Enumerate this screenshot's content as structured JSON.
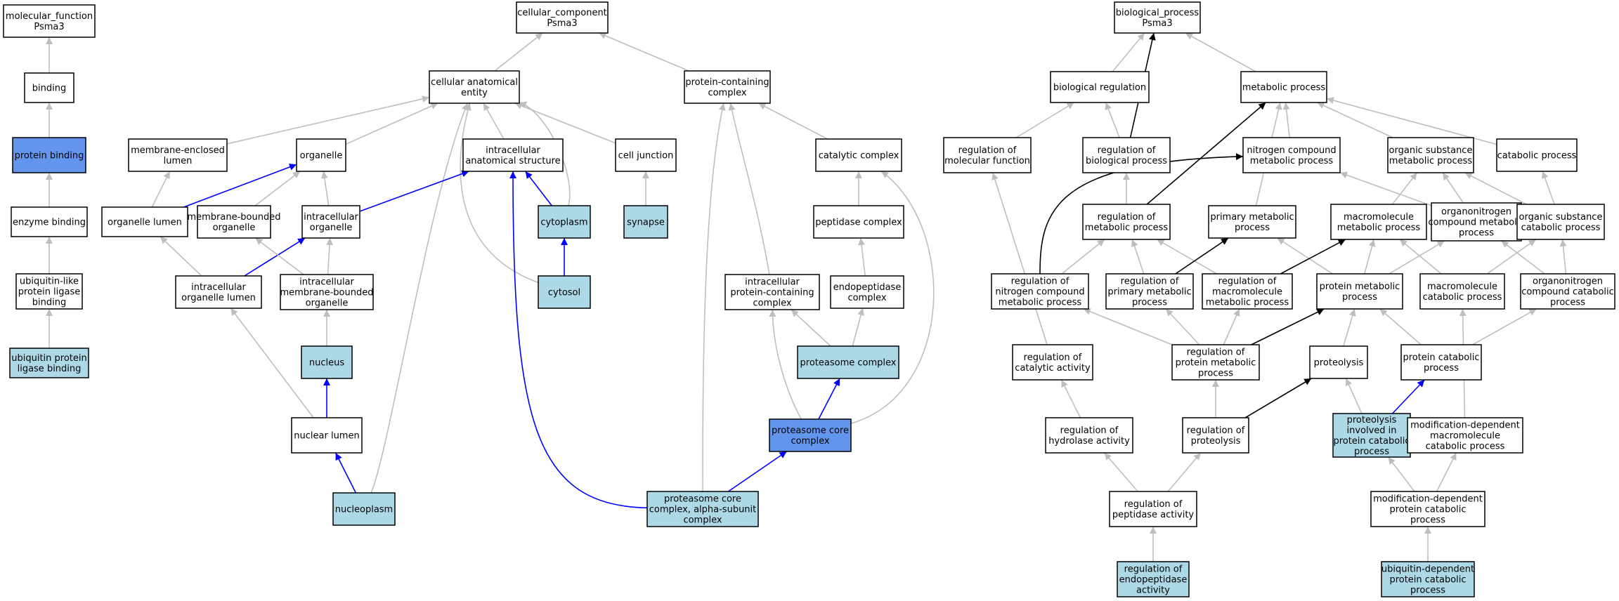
{
  "colors": {
    "white": "#ffffff",
    "highlight": "#add8e6",
    "target": "#6495ed",
    "gray_edge": "#bebebe",
    "blue_edge": "#0000ff",
    "black_edge": "#000000"
  },
  "nodes": [
    {
      "id": "mf",
      "lines": [
        "molecular_function",
        "Psma3"
      ],
      "fill": "white"
    },
    {
      "id": "binding",
      "lines": [
        "binding"
      ],
      "fill": "white"
    },
    {
      "id": "protein_binding",
      "lines": [
        "protein binding"
      ],
      "fill": "target"
    },
    {
      "id": "enzyme_binding",
      "lines": [
        "enzyme binding"
      ],
      "fill": "white"
    },
    {
      "id": "ubl_binding",
      "lines": [
        "ubiquitin-like",
        "protein ligase",
        "binding"
      ],
      "fill": "white"
    },
    {
      "id": "ub_binding",
      "lines": [
        "ubiquitin protein",
        "ligase binding"
      ],
      "fill": "highlight"
    },
    {
      "id": "cc",
      "lines": [
        "cellular_component",
        "Psma3"
      ],
      "fill": "white"
    },
    {
      "id": "cae",
      "lines": [
        "cellular anatomical",
        "entity"
      ],
      "fill": "white"
    },
    {
      "id": "pcc",
      "lines": [
        "protein-containing",
        "complex"
      ],
      "fill": "white"
    },
    {
      "id": "mel",
      "lines": [
        "membrane-enclosed",
        "lumen"
      ],
      "fill": "white"
    },
    {
      "id": "organelle",
      "lines": [
        "organelle"
      ],
      "fill": "white"
    },
    {
      "id": "ias",
      "lines": [
        "intracellular",
        "anatomical structure"
      ],
      "fill": "white"
    },
    {
      "id": "cell_junction",
      "lines": [
        "cell junction"
      ],
      "fill": "white"
    },
    {
      "id": "catalytic_complex",
      "lines": [
        "catalytic complex"
      ],
      "fill": "white"
    },
    {
      "id": "organelle_lumen",
      "lines": [
        "organelle lumen"
      ],
      "fill": "white"
    },
    {
      "id": "mbo",
      "lines": [
        "membrane-bounded",
        "organelle"
      ],
      "fill": "white"
    },
    {
      "id": "io",
      "lines": [
        "intracellular",
        "organelle"
      ],
      "fill": "white"
    },
    {
      "id": "cytoplasm",
      "lines": [
        "cytoplasm"
      ],
      "fill": "highlight"
    },
    {
      "id": "synapse",
      "lines": [
        "synapse"
      ],
      "fill": "highlight"
    },
    {
      "id": "peptidase_complex",
      "lines": [
        "peptidase complex"
      ],
      "fill": "white"
    },
    {
      "id": "iol",
      "lines": [
        "intracellular",
        "organelle lumen"
      ],
      "fill": "white"
    },
    {
      "id": "imbo",
      "lines": [
        "intracellular",
        "membrane-bounded",
        "organelle"
      ],
      "fill": "white"
    },
    {
      "id": "cytosol",
      "lines": [
        "cytosol"
      ],
      "fill": "highlight"
    },
    {
      "id": "ipcc",
      "lines": [
        "intracellular",
        "protein-containing",
        "complex"
      ],
      "fill": "white"
    },
    {
      "id": "endopeptidase_complex",
      "lines": [
        "endopeptidase",
        "complex"
      ],
      "fill": "white"
    },
    {
      "id": "nucleus",
      "lines": [
        "nucleus"
      ],
      "fill": "highlight"
    },
    {
      "id": "proteasome_complex",
      "lines": [
        "proteasome complex"
      ],
      "fill": "highlight"
    },
    {
      "id": "nuclear_lumen",
      "lines": [
        "nuclear lumen"
      ],
      "fill": "white"
    },
    {
      "id": "proteasome_core",
      "lines": [
        "proteasome core",
        "complex"
      ],
      "fill": "target"
    },
    {
      "id": "nucleoplasm",
      "lines": [
        "nucleoplasm"
      ],
      "fill": "highlight"
    },
    {
      "id": "pcc_alpha",
      "lines": [
        "proteasome core",
        "complex, alpha-subunit",
        "complex"
      ],
      "fill": "highlight"
    },
    {
      "id": "bp",
      "lines": [
        "biological_process",
        "Psma3"
      ],
      "fill": "white"
    },
    {
      "id": "bio_reg",
      "lines": [
        "biological regulation"
      ],
      "fill": "white"
    },
    {
      "id": "metabolic",
      "lines": [
        "metabolic process"
      ],
      "fill": "white"
    },
    {
      "id": "reg_mol_func",
      "lines": [
        "regulation of",
        "molecular function"
      ],
      "fill": "white"
    },
    {
      "id": "reg_bio_proc",
      "lines": [
        "regulation of",
        "biological process"
      ],
      "fill": "white"
    },
    {
      "id": "ncmp",
      "lines": [
        "nitrogen compound",
        "metabolic process"
      ],
      "fill": "white"
    },
    {
      "id": "osmp",
      "lines": [
        "organic substance",
        "metabolic process"
      ],
      "fill": "white"
    },
    {
      "id": "catabolic",
      "lines": [
        "catabolic process"
      ],
      "fill": "white"
    },
    {
      "id": "reg_met",
      "lines": [
        "regulation of",
        "metabolic process"
      ],
      "fill": "white"
    },
    {
      "id": "primary_met",
      "lines": [
        "primary metabolic",
        "process"
      ],
      "fill": "white"
    },
    {
      "id": "macromol_met",
      "lines": [
        "macromolecule",
        "metabolic process"
      ],
      "fill": "white"
    },
    {
      "id": "orgN_met",
      "lines": [
        "organonitrogen",
        "compound metabolic",
        "process"
      ],
      "fill": "white"
    },
    {
      "id": "os_cat",
      "lines": [
        "organic substance",
        "catabolic process"
      ],
      "fill": "white"
    },
    {
      "id": "reg_ncmp",
      "lines": [
        "regulation of",
        "nitrogen compound",
        "metabolic process"
      ],
      "fill": "white"
    },
    {
      "id": "reg_primary",
      "lines": [
        "regulation of",
        "primary metabolic",
        "process"
      ],
      "fill": "white"
    },
    {
      "id": "reg_macromol",
      "lines": [
        "regulation of",
        "macromolecule",
        "metabolic process"
      ],
      "fill": "white"
    },
    {
      "id": "protein_met",
      "lines": [
        "protein metabolic",
        "process"
      ],
      "fill": "white"
    },
    {
      "id": "macromol_cat",
      "lines": [
        "macromolecule",
        "catabolic process"
      ],
      "fill": "white"
    },
    {
      "id": "orgN_cat",
      "lines": [
        "organonitrogen",
        "compound catabolic",
        "process"
      ],
      "fill": "white"
    },
    {
      "id": "reg_cat_act",
      "lines": [
        "regulation of",
        "catalytic activity"
      ],
      "fill": "white"
    },
    {
      "id": "reg_prot_met",
      "lines": [
        "regulation of",
        "protein metabolic",
        "process"
      ],
      "fill": "white"
    },
    {
      "id": "proteolysis",
      "lines": [
        "proteolysis"
      ],
      "fill": "white"
    },
    {
      "id": "prot_cat",
      "lines": [
        "protein catabolic",
        "process"
      ],
      "fill": "white"
    },
    {
      "id": "reg_hydrolase",
      "lines": [
        "regulation of",
        "hydrolase activity"
      ],
      "fill": "white"
    },
    {
      "id": "reg_proteolysis",
      "lines": [
        "regulation of",
        "proteolysis"
      ],
      "fill": "white"
    },
    {
      "id": "prot_in_cat",
      "lines": [
        "proteolysis",
        "involved in",
        "protein catabolic",
        "process"
      ],
      "fill": "highlight"
    },
    {
      "id": "moddep_macro",
      "lines": [
        "modification-dependent",
        "macromolecule",
        "catabolic process"
      ],
      "fill": "white"
    },
    {
      "id": "reg_peptidase",
      "lines": [
        "regulation of",
        "peptidase activity"
      ],
      "fill": "white"
    },
    {
      "id": "moddep_prot",
      "lines": [
        "modification-dependent",
        "protein catabolic",
        "process"
      ],
      "fill": "white"
    },
    {
      "id": "reg_endopep",
      "lines": [
        "regulation of",
        "endopeptidase",
        "activity"
      ],
      "fill": "highlight"
    },
    {
      "id": "ub_dep",
      "lines": [
        "ubiquitin-dependent",
        "protein catabolic",
        "process"
      ],
      "fill": "highlight"
    }
  ],
  "edges": [
    {
      "from": "binding",
      "to": "mf",
      "color": "gray_edge"
    },
    {
      "from": "protein_binding",
      "to": "binding",
      "color": "gray_edge"
    },
    {
      "from": "enzyme_binding",
      "to": "protein_binding",
      "color": "gray_edge"
    },
    {
      "from": "ubl_binding",
      "to": "enzyme_binding",
      "color": "gray_edge"
    },
    {
      "from": "ub_binding",
      "to": "ubl_binding",
      "color": "gray_edge"
    },
    {
      "from": "cae",
      "to": "cc",
      "color": "gray_edge"
    },
    {
      "from": "pcc",
      "to": "cc",
      "color": "gray_edge"
    },
    {
      "from": "mel",
      "to": "cae",
      "color": "gray_edge"
    },
    {
      "from": "organelle",
      "to": "cae",
      "color": "gray_edge"
    },
    {
      "from": "ias",
      "to": "cae",
      "color": "gray_edge"
    },
    {
      "from": "cell_junction",
      "to": "cae",
      "color": "gray_edge"
    },
    {
      "from": "cytoplasm",
      "to": "cae",
      "color": "gray_edge"
    },
    {
      "from": "cytosol",
      "to": "cae",
      "color": "gray_edge"
    },
    {
      "from": "nucleoplasm",
      "to": "cae",
      "color": "gray_edge"
    },
    {
      "from": "catalytic_complex",
      "to": "pcc",
      "color": "gray_edge"
    },
    {
      "from": "ipcc",
      "to": "pcc",
      "color": "gray_edge"
    },
    {
      "from": "pcc_alpha",
      "to": "pcc",
      "color": "gray_edge"
    },
    {
      "from": "organelle_lumen",
      "to": "mel",
      "color": "gray_edge"
    },
    {
      "from": "organelle_lumen",
      "to": "organelle",
      "color": "blue_edge"
    },
    {
      "from": "mbo",
      "to": "organelle",
      "color": "gray_edge"
    },
    {
      "from": "io",
      "to": "organelle",
      "color": "gray_edge"
    },
    {
      "from": "io",
      "to": "ias",
      "color": "blue_edge"
    },
    {
      "from": "cytoplasm",
      "to": "ias",
      "color": "blue_edge"
    },
    {
      "from": "pcc_alpha",
      "to": "ias",
      "color": "blue_edge"
    },
    {
      "from": "synapse",
      "to": "cell_junction",
      "color": "gray_edge"
    },
    {
      "from": "peptidase_complex",
      "to": "catalytic_complex",
      "color": "gray_edge"
    },
    {
      "from": "proteasome_core",
      "to": "catalytic_complex",
      "color": "gray_edge"
    },
    {
      "from": "iol",
      "to": "organelle_lumen",
      "color": "gray_edge"
    },
    {
      "from": "iol",
      "to": "io",
      "color": "blue_edge"
    },
    {
      "from": "imbo",
      "to": "mbo",
      "color": "gray_edge"
    },
    {
      "from": "imbo",
      "to": "io",
      "color": "gray_edge"
    },
    {
      "from": "cytosol",
      "to": "cytoplasm",
      "color": "blue_edge"
    },
    {
      "from": "endopeptidase_complex",
      "to": "peptidase_complex",
      "color": "gray_edge"
    },
    {
      "from": "nuclear_lumen",
      "to": "iol",
      "color": "gray_edge"
    },
    {
      "from": "nucleus",
      "to": "imbo",
      "color": "gray_edge"
    },
    {
      "from": "proteasome_complex",
      "to": "ipcc",
      "color": "gray_edge"
    },
    {
      "from": "proteasome_core",
      "to": "ipcc",
      "color": "gray_edge"
    },
    {
      "from": "proteasome_complex",
      "to": "endopeptidase_complex",
      "color": "gray_edge"
    },
    {
      "from": "nuclear_lumen",
      "to": "nucleus",
      "color": "blue_edge"
    },
    {
      "from": "proteasome_core",
      "to": "proteasome_complex",
      "color": "blue_edge"
    },
    {
      "from": "nucleoplasm",
      "to": "nuclear_lumen",
      "color": "blue_edge"
    },
    {
      "from": "pcc_alpha",
      "to": "proteasome_core",
      "color": "blue_edge"
    },
    {
      "from": "bio_reg",
      "to": "bp",
      "color": "gray_edge"
    },
    {
      "from": "reg_bio_proc",
      "to": "bp",
      "color": "black_edge"
    },
    {
      "from": "metabolic",
      "to": "bp",
      "color": "gray_edge"
    },
    {
      "from": "reg_mol_func",
      "to": "bio_reg",
      "color": "gray_edge"
    },
    {
      "from": "reg_bio_proc",
      "to": "bio_reg",
      "color": "gray_edge"
    },
    {
      "from": "ncmp",
      "to": "metabolic",
      "color": "gray_edge"
    },
    {
      "from": "osmp",
      "to": "metabolic",
      "color": "gray_edge"
    },
    {
      "from": "catabolic",
      "to": "metabolic",
      "color": "gray_edge"
    },
    {
      "from": "reg_met",
      "to": "metabolic",
      "color": "black_edge"
    },
    {
      "from": "primary_met",
      "to": "metabolic",
      "color": "gray_edge"
    },
    {
      "from": "reg_met",
      "to": "reg_bio_proc",
      "color": "gray_edge"
    },
    {
      "from": "reg_ncmp",
      "to": "ncmp",
      "color": "black_edge"
    },
    {
      "from": "orgN_met",
      "to": "ncmp",
      "color": "gray_edge"
    },
    {
      "from": "macromol_met",
      "to": "osmp",
      "color": "gray_edge"
    },
    {
      "from": "orgN_met",
      "to": "osmp",
      "color": "gray_edge"
    },
    {
      "from": "os_cat",
      "to": "osmp",
      "color": "gray_edge"
    },
    {
      "from": "os_cat",
      "to": "catabolic",
      "color": "gray_edge"
    },
    {
      "from": "reg_ncmp",
      "to": "reg_met",
      "color": "gray_edge"
    },
    {
      "from": "reg_primary",
      "to": "reg_met",
      "color": "gray_edge"
    },
    {
      "from": "reg_macromol",
      "to": "reg_met",
      "color": "gray_edge"
    },
    {
      "from": "reg_primary",
      "to": "primary_met",
      "color": "black_edge"
    },
    {
      "from": "protein_met",
      "to": "primary_met",
      "color": "gray_edge"
    },
    {
      "from": "reg_macromol",
      "to": "macromol_met",
      "color": "black_edge"
    },
    {
      "from": "protein_met",
      "to": "macromol_met",
      "color": "gray_edge"
    },
    {
      "from": "macromol_cat",
      "to": "macromol_met",
      "color": "gray_edge"
    },
    {
      "from": "protein_met",
      "to": "orgN_met",
      "color": "gray_edge"
    },
    {
      "from": "orgN_cat",
      "to": "orgN_met",
      "color": "gray_edge"
    },
    {
      "from": "macromol_cat",
      "to": "os_cat",
      "color": "gray_edge"
    },
    {
      "from": "orgN_cat",
      "to": "os_cat",
      "color": "gray_edge"
    },
    {
      "from": "reg_prot_met",
      "to": "reg_ncmp",
      "color": "gray_edge"
    },
    {
      "from": "reg_prot_met",
      "to": "reg_primary",
      "color": "gray_edge"
    },
    {
      "from": "reg_prot_met",
      "to": "reg_macromol",
      "color": "gray_edge"
    },
    {
      "from": "reg_prot_met",
      "to": "protein_met",
      "color": "black_edge"
    },
    {
      "from": "proteolysis",
      "to": "protein_met",
      "color": "gray_edge"
    },
    {
      "from": "prot_cat",
      "to": "protein_met",
      "color": "gray_edge"
    },
    {
      "from": "moddep_macro",
      "to": "macromol_cat",
      "color": "gray_edge"
    },
    {
      "from": "prot_cat",
      "to": "orgN_cat",
      "color": "gray_edge"
    },
    {
      "from": "reg_cat_act",
      "to": "reg_mol_func",
      "color": "gray_edge"
    },
    {
      "from": "reg_hydrolase",
      "to": "reg_cat_act",
      "color": "gray_edge"
    },
    {
      "from": "reg_proteolysis",
      "to": "reg_prot_met",
      "color": "gray_edge"
    },
    {
      "from": "reg_proteolysis",
      "to": "proteolysis",
      "color": "black_edge"
    },
    {
      "from": "prot_in_cat",
      "to": "proteolysis",
      "color": "gray_edge"
    },
    {
      "from": "prot_in_cat",
      "to": "prot_cat",
      "color": "blue_edge"
    },
    {
      "from": "reg_peptidase",
      "to": "reg_hydrolase",
      "color": "gray_edge"
    },
    {
      "from": "reg_peptidase",
      "to": "reg_proteolysis",
      "color": "gray_edge"
    },
    {
      "from": "moddep_prot",
      "to": "prot_in_cat",
      "color": "gray_edge"
    },
    {
      "from": "moddep_prot",
      "to": "moddep_macro",
      "color": "gray_edge"
    },
    {
      "from": "reg_endopep",
      "to": "reg_peptidase",
      "color": "gray_edge"
    },
    {
      "from": "ub_dep",
      "to": "moddep_prot",
      "color": "gray_edge"
    }
  ]
}
